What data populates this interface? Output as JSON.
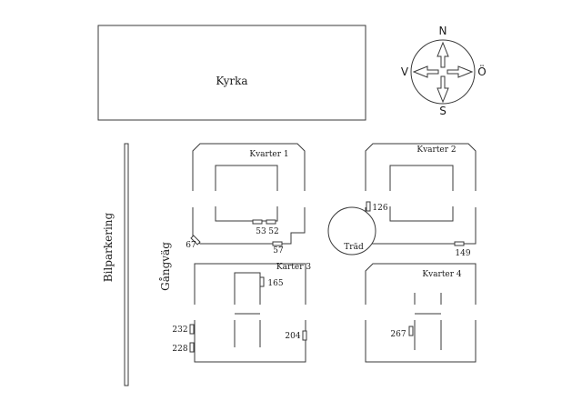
{
  "map": {
    "church": {
      "label": "Kyrka"
    },
    "compass": {
      "north": "N",
      "south": "S",
      "west": "V",
      "east": "Ö"
    },
    "parking": {
      "label": "Bilparkering"
    },
    "walkway": {
      "label": "Gångväg"
    },
    "tree": {
      "label": "Träd"
    },
    "blocks": [
      {
        "label": "Kvarter 1"
      },
      {
        "label": "Kvarter 2"
      },
      {
        "label": "Karter 3"
      },
      {
        "label": "Kvarter 4"
      }
    ],
    "plots": [
      "53",
      "52",
      "57",
      "67",
      "126",
      "149",
      "165",
      "232",
      "228",
      "204",
      "267"
    ]
  }
}
